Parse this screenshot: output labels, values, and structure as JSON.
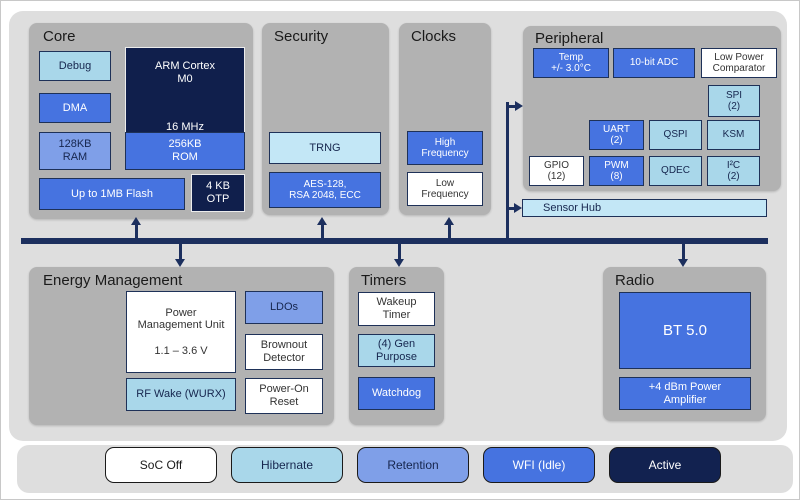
{
  "palette": {
    "royal_blue": "#4673e0",
    "medium_blue": "#7f9fe8",
    "light_blue": "#a9d7ea",
    "pale_blue": "#c3e7f6",
    "navy": "#101f4c",
    "bus_navy": "#1c2f5e",
    "block_gray": "#b2b2b2",
    "panel_gray": "#dedede"
  },
  "blocks": {
    "core": {
      "title": "Core",
      "debug": "Debug",
      "cpu": "ARM Cortex\nM0",
      "cpu_freq": "16 MHz",
      "dma": "DMA",
      "ram": "128KB\nRAM",
      "rom": "256KB\nROM",
      "flash": "Up to 1MB Flash",
      "otp": "4 KB\nOTP"
    },
    "security": {
      "title": "Security",
      "trng": "TRNG",
      "aes": "AES-128,\nRSA 2048, ECC"
    },
    "clocks": {
      "title": "Clocks",
      "high": "High\nFrequency",
      "low": "Low\nFrequency"
    },
    "peripheral": {
      "title": "Peripheral",
      "temp": "Temp\n+/- 3.0°C",
      "adc": "10-bit ADC",
      "comparator": "Low Power\nComparator",
      "spi": "SPI\n(2)",
      "uart": "UART\n(2)",
      "qspi": "QSPI",
      "ksm": "KSM",
      "gpio": "GPIO\n(12)",
      "pwm": "PWM\n(8)",
      "qdec": "QDEC",
      "i2c": "I²C\n(2)",
      "sensor_hub": "Sensor Hub"
    },
    "energy": {
      "title": "Energy Management",
      "pmu": "Power\nManagement Unit",
      "pmu_voltage": "1.1 – 3.6 V",
      "ldos": "LDOs",
      "brownout": "Brownout\nDetector",
      "rf_wake": "RF Wake (WURX)",
      "por": "Power-On\nReset"
    },
    "timers": {
      "title": "Timers",
      "wakeup": "Wakeup\nTimer",
      "gen_purpose": "(4) Gen\nPurpose",
      "watchdog": "Watchdog"
    },
    "radio": {
      "title": "Radio",
      "bt": "BT 5.0",
      "pa": "+4 dBm Power\nAmplifier"
    }
  },
  "legend": {
    "items": [
      {
        "label": "SoC Off",
        "color": "#ffffff"
      },
      {
        "label": "Hibernate",
        "color": "#a9d7ea"
      },
      {
        "label": "Retention",
        "color": "#7f9fe8"
      },
      {
        "label": "WFI (Idle)",
        "color": "#4673e0"
      },
      {
        "label": "Active",
        "color": "#122250"
      }
    ]
  }
}
